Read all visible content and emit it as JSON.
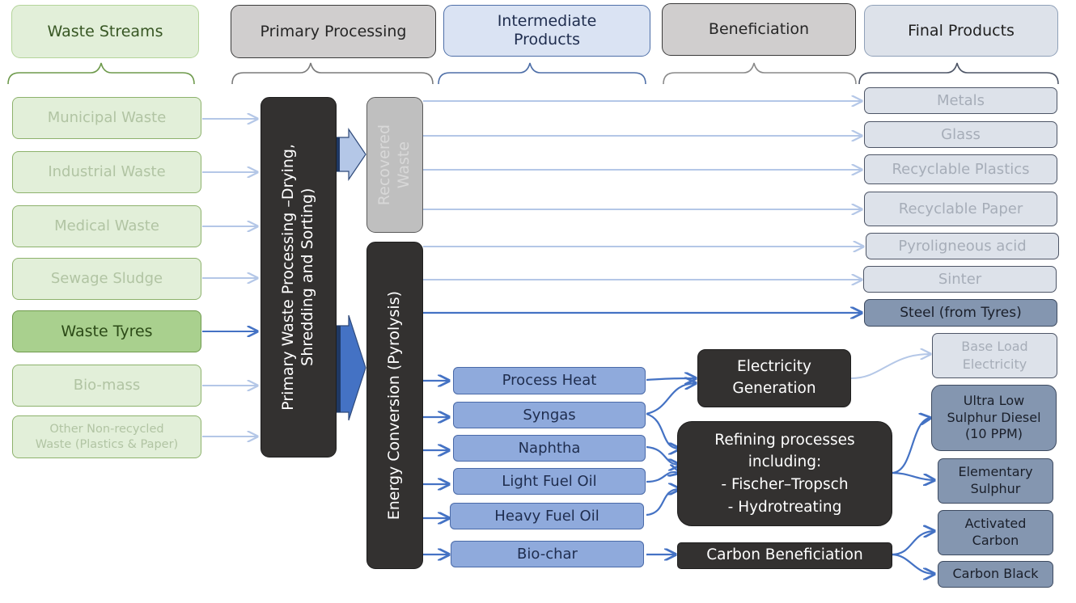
{
  "headers": {
    "waste_streams": "Waste Streams",
    "primary_processing": "Primary Processing",
    "intermediate_products_l1": "Intermediate",
    "intermediate_products_l2": "Products",
    "beneficiation": "Beneficiation",
    "final_products": "Final Products"
  },
  "waste_streams": [
    {
      "label": "Municipal Waste"
    },
    {
      "label": "Industrial Waste"
    },
    {
      "label": "Medical Waste"
    },
    {
      "label": "Sewage Sludge"
    },
    {
      "label": "Waste Tyres",
      "highlighted": true
    },
    {
      "label": "Bio-mass"
    },
    {
      "label_l1": "Other Non-recycled",
      "label_l2": "Waste (Plastics & Paper)"
    }
  ],
  "primary": {
    "label_l1": "Primary Waste Processing –Drying,",
    "label_l2": "Shredding and Sorting)"
  },
  "recovered_waste": {
    "label_l1": "Recovered",
    "label_l2": "Waste"
  },
  "energy_conversion": {
    "label": "Energy Conversion (Pyrolysis)"
  },
  "intermediate_products": [
    {
      "label": "Process Heat"
    },
    {
      "label": "Syngas"
    },
    {
      "label": "Naphtha"
    },
    {
      "label": "Light Fuel Oil"
    },
    {
      "label": "Heavy Fuel Oil"
    },
    {
      "label": "Bio-char"
    }
  ],
  "beneficiation": {
    "electricity_l1": "Electricity",
    "electricity_l2": "Generation",
    "refining_l1": "Refining processes",
    "refining_l2": "including:",
    "refining_l3": "- Fischer–Tropsch",
    "refining_l4": "- Hydrotreating",
    "carbon": "Carbon Beneficiation"
  },
  "final_products": [
    {
      "label": "Metals"
    },
    {
      "label": "Glass"
    },
    {
      "label": "Recyclable Plastics"
    },
    {
      "label": "Recyclable Paper"
    },
    {
      "label": "Pyroligneous acid"
    },
    {
      "label": "Sinter"
    },
    {
      "label": "Steel (from Tyres)",
      "highlighted": true
    },
    {
      "label_l1": "Base Load",
      "label_l2": "Electricity"
    },
    {
      "label_l1": "Ultra Low",
      "label_l2": "Sulphur Diesel",
      "label_l3": "(10 PPM)",
      "highlighted": true
    },
    {
      "label_l1": "Elementary",
      "label_l2": "Sulphur",
      "highlighted": true
    },
    {
      "label_l1": "Activated",
      "label_l2": "Carbon",
      "highlighted": true
    },
    {
      "label": "Carbon Black",
      "highlighted": true
    }
  ],
  "colors": {
    "arrow_active": "#4472c4",
    "arrow_faded": "#b4c7e7",
    "dark_box": "#333130"
  }
}
